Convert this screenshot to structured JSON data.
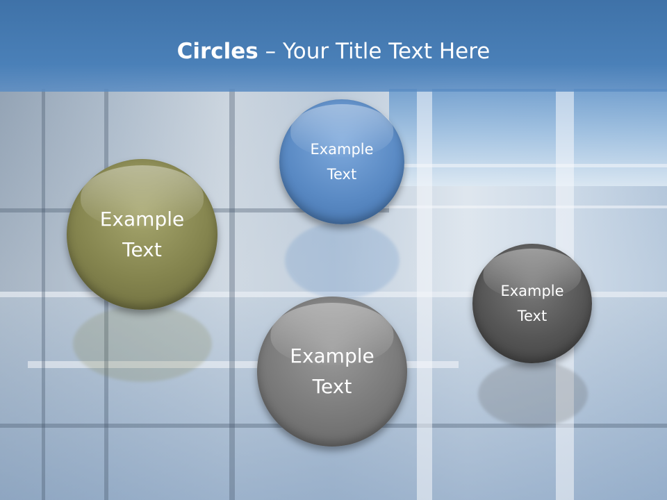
{
  "slide": {
    "title_bold": "Circles",
    "title_rest": " – Your Title Text Here"
  },
  "circles": [
    {
      "id": "blue",
      "line1": "Example",
      "line2": "Text",
      "color": "#5a8ac4"
    },
    {
      "id": "olive",
      "line1": "Example",
      "line2": "Text",
      "color": "#84844e"
    },
    {
      "id": "gray",
      "line1": "Example",
      "line2": "Text",
      "color": "#7a7a7a"
    },
    {
      "id": "dark",
      "line1": "Example",
      "line2": "Text",
      "color": "#555555"
    }
  ],
  "colors": {
    "title_bar": "#4a80b8",
    "title_text": "#ffffff"
  }
}
